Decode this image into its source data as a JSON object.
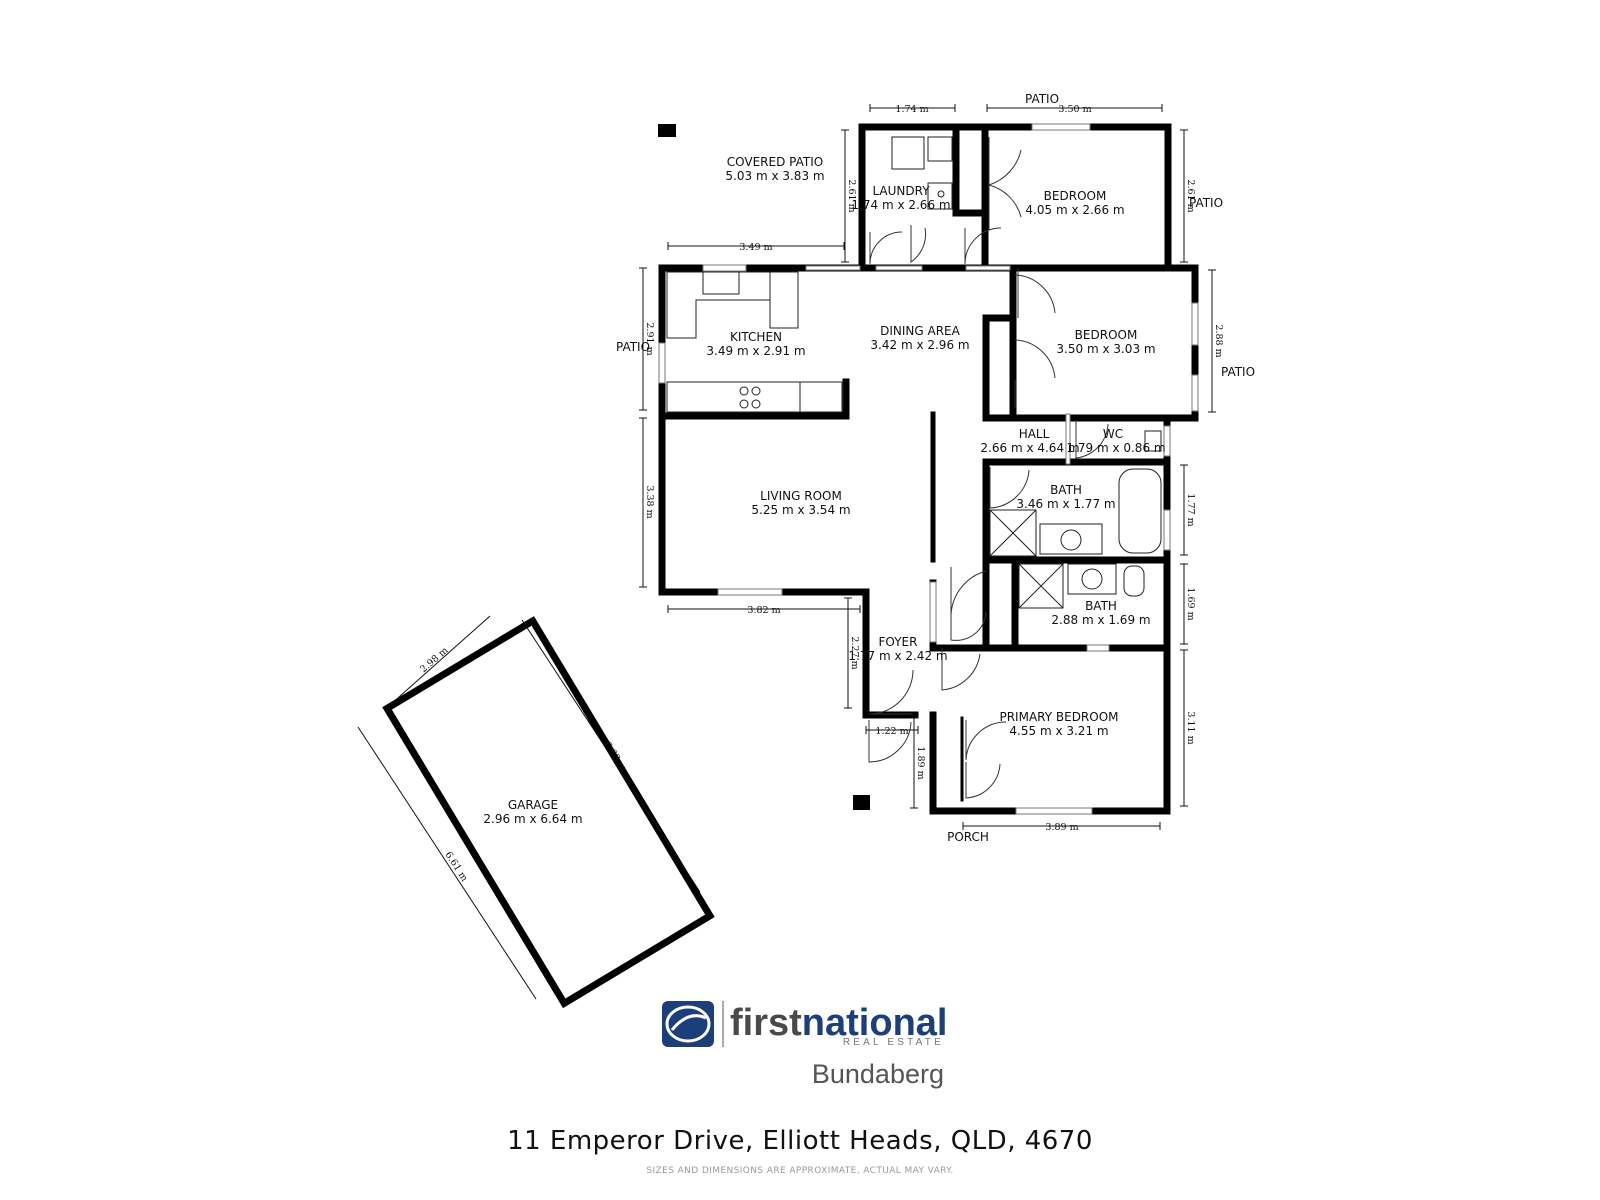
{
  "rooms": {
    "covered_patio": {
      "name": "COVERED PATIO",
      "size": "5.03 m x 3.83 m"
    },
    "laundry": {
      "name": "LAUNDRY",
      "size": "1.74 m x 2.66 m"
    },
    "bedroom_top": {
      "name": "BEDROOM",
      "size": "4.05 m x 2.66 m"
    },
    "kitchen": {
      "name": "KITCHEN",
      "size": "3.49 m x 2.91 m"
    },
    "dining": {
      "name": "DINING AREA",
      "size": "3.42 m x 2.96 m"
    },
    "bedroom_mid": {
      "name": "BEDROOM",
      "size": "3.50 m x 3.03 m"
    },
    "hall": {
      "name": "HALL",
      "size": "2.66 m x 4.64 m"
    },
    "wc": {
      "name": "WC",
      "size": "1.79 m x 0.86 m"
    },
    "living": {
      "name": "LIVING ROOM",
      "size": "5.25 m x 3.54 m"
    },
    "bath_upper": {
      "name": "BATH",
      "size": "3.46 m x 1.77 m"
    },
    "bath_lower": {
      "name": "BATH",
      "size": "2.88 m x 1.69 m"
    },
    "foyer": {
      "name": "FOYER",
      "size": "1.77 m x 2.42 m"
    },
    "primary": {
      "name": "PRIMARY BEDROOM",
      "size": "4.55 m x 3.21 m"
    },
    "garage": {
      "name": "GARAGE",
      "size": "2.96 m x 6.64 m"
    }
  },
  "outside_labels": {
    "patio_top": "PATIO",
    "patio_right_top": "PATIO",
    "patio_left": "PATIO",
    "patio_right_mid": "PATIO",
    "porch": "PORCH"
  },
  "dimensions": {
    "laundry_w": "1.74 m",
    "bedroom_top_w": "3.50 m",
    "laundry_h": "2.61 m",
    "bedroom_top_h": "2.61 m",
    "kitchen_w": "3.49 m",
    "kitchen_h": "2.91 m",
    "bedroom_mid_h": "2.88 m",
    "living_h": "3.38 m",
    "bath_upper_h": "1.77 m",
    "bath_lower_h": "1.69 m",
    "living_w": "3.82 m",
    "foyer_h": "2.27 m",
    "primary_h": "3.11 m",
    "porch_w": "1.22 m",
    "porch_h": "1.89 m",
    "primary_w": "3.89 m",
    "garage_w": "2.98 m",
    "garage_h_right": "6.68 m",
    "garage_h_left": "6.61 m"
  },
  "brand": {
    "name_first": "first",
    "name_national": "national",
    "tagline": "REAL ESTATE",
    "office": "Bundaberg",
    "colors": {
      "navy": "#1b3f7a",
      "grey": "#4a4a4a",
      "light": "#777777"
    }
  },
  "address": "11 Emperor Drive, Elliott Heads, QLD, 4670",
  "disclaimer": "SIZES AND DIMENSIONS ARE APPROXIMATE, ACTUAL MAY VARY."
}
